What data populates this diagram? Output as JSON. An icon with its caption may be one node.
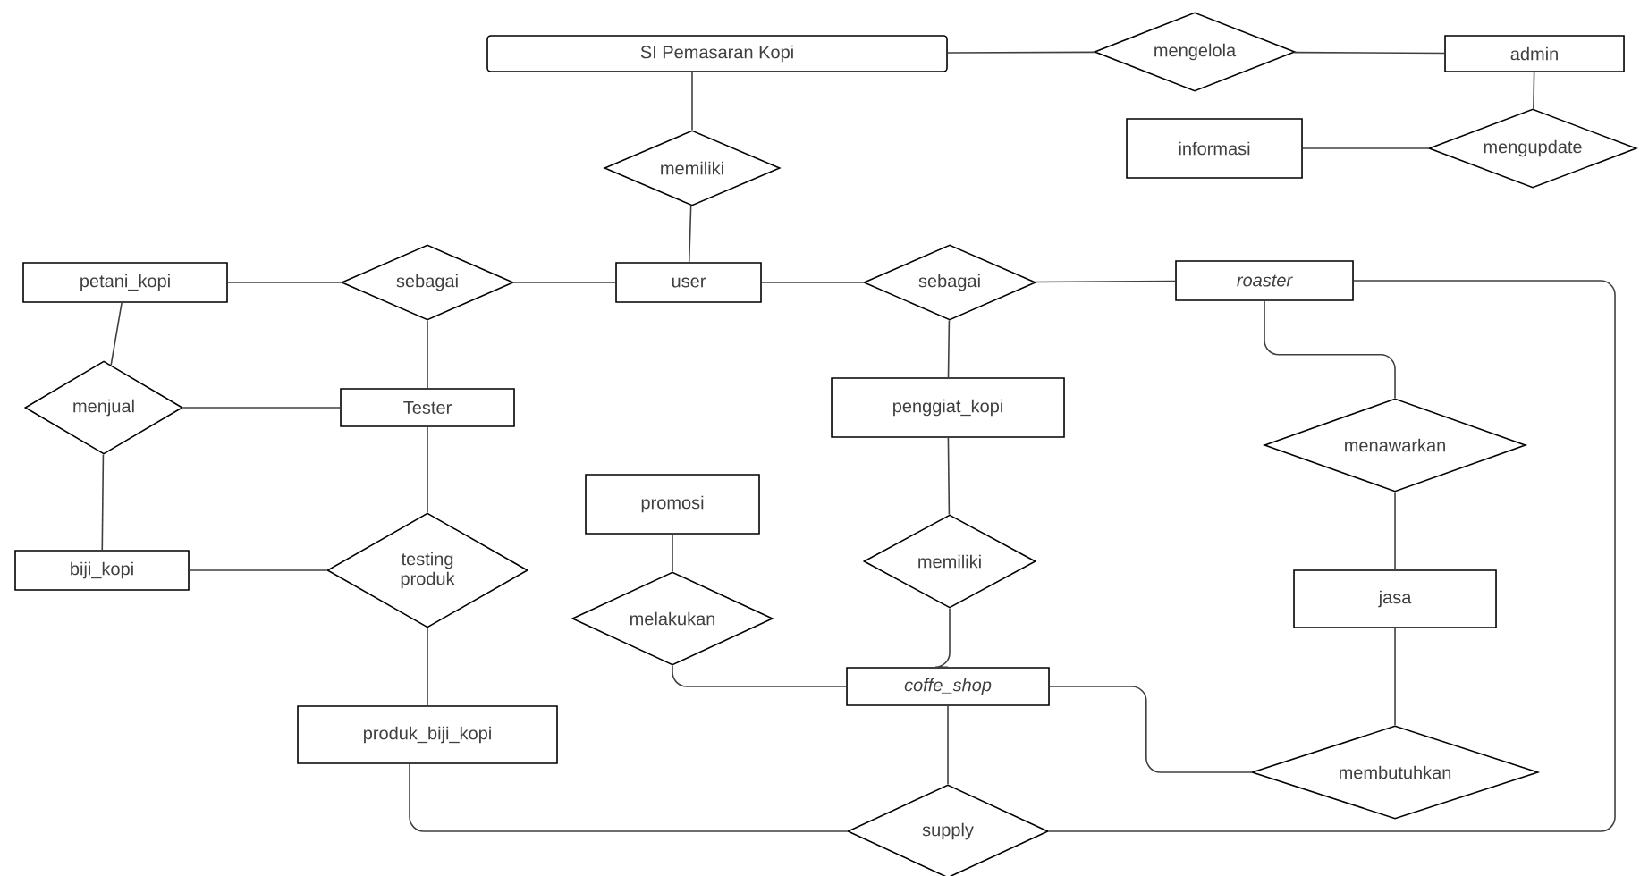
{
  "diagram": {
    "nodes": [
      {
        "text": [
          "SI Pemasaran Kopi"
        ]
      },
      {
        "text": [
          "mengelola"
        ]
      },
      {
        "text": [
          "admin"
        ]
      },
      {
        "text": [
          "memiliki"
        ]
      },
      {
        "text": [
          "informasi"
        ]
      },
      {
        "text": [
          "mengupdate"
        ]
      },
      {
        "text": [
          "petani_kopi"
        ]
      },
      {
        "text": [
          "sebagai"
        ]
      },
      {
        "text": [
          "user"
        ]
      },
      {
        "text": [
          "sebagai"
        ]
      },
      {
        "text": [
          "roaster"
        ]
      },
      {
        "text": [
          "menjual"
        ]
      },
      {
        "text": [
          "Tester"
        ]
      },
      {
        "text": [
          "penggiat_kopi"
        ]
      },
      {
        "text": [
          "menawarkan"
        ]
      },
      {
        "text": [
          "promosi"
        ]
      },
      {
        "text": [
          "biji_kopi"
        ]
      },
      {
        "text": [
          "testing produk"
        ]
      },
      {
        "text": [
          "memiliki"
        ]
      },
      {
        "text": [
          "melakukan"
        ]
      },
      {
        "text": [
          "jasa"
        ]
      },
      {
        "text": [
          "coffe_shop"
        ]
      },
      {
        "text": [
          "produk_biji_kopi"
        ]
      },
      {
        "text": [
          "membutuhkan"
        ]
      },
      {
        "text": [
          "supply"
        ]
      }
    ],
    "edges": [
      {
        "from": 0,
        "to": 1,
        "arrow": "none"
      },
      {
        "from": 1,
        "to": 2,
        "arrow": "none"
      },
      {
        "from": 2,
        "to": 5,
        "arrow": "none"
      },
      {
        "from": 4,
        "to": 5,
        "arrow": "none"
      },
      {
        "from": 0,
        "to": 3,
        "arrow": "none"
      },
      {
        "from": 3,
        "to": 8,
        "arrow": "none"
      },
      {
        "from": 6,
        "to": 7,
        "arrow": "none"
      },
      {
        "from": 7,
        "to": 8,
        "arrow": "none"
      },
      {
        "from": 8,
        "to": 9,
        "arrow": "none"
      },
      {
        "from": 9,
        "to": 10,
        "arrow": "none"
      },
      {
        "from": 7,
        "to": 12,
        "arrow": "none"
      },
      {
        "from": 6,
        "to": 11,
        "arrow": "none"
      },
      {
        "from": 11,
        "to": 12,
        "arrow": "none"
      },
      {
        "from": 11,
        "to": 16,
        "arrow": "none"
      },
      {
        "from": 16,
        "to": 17,
        "arrow": "none"
      },
      {
        "from": 12,
        "to": 17,
        "arrow": "none"
      },
      {
        "from": 17,
        "to": 22,
        "arrow": "none"
      },
      {
        "from": 9,
        "to": 13,
        "arrow": "none"
      },
      {
        "from": 13,
        "to": 18,
        "arrow": "none"
      },
      {
        "from": 18,
        "to": 21,
        "arrow": "none"
      },
      {
        "from": 15,
        "to": 19,
        "arrow": "none"
      },
      {
        "from": 19,
        "to": 21,
        "arrow": "none"
      },
      {
        "from": 10,
        "to": 14,
        "arrow": "none"
      },
      {
        "from": 14,
        "to": 20,
        "arrow": "none"
      },
      {
        "from": 20,
        "to": 23,
        "arrow": "none"
      },
      {
        "from": 21,
        "to": 23,
        "arrow": "none"
      },
      {
        "from": 21,
        "to": 24,
        "arrow": "none"
      },
      {
        "from": 22,
        "to": 24,
        "arrow": "none"
      },
      {
        "from": 10,
        "to": 24,
        "arrow": "none"
      }
    ]
  }
}
